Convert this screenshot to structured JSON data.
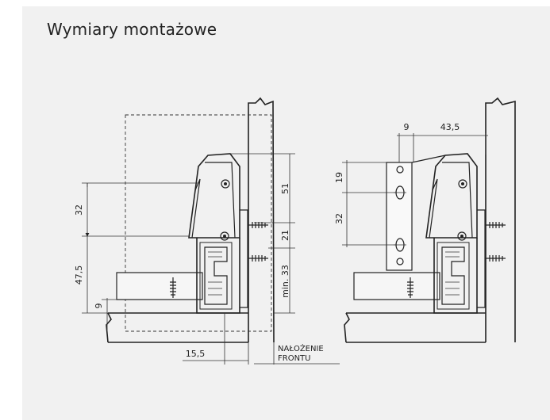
{
  "title": "Wymiary montażowe",
  "left_view": {
    "dim_32": "32",
    "dim_47_5": "47,5",
    "dim_9": "9",
    "dim_51": "51",
    "dim_21": "21",
    "dim_min33": "min. 33",
    "dim_15_5": "15,5",
    "label_overlay_line1": "NAŁOŻENIE",
    "label_overlay_line2": "FRONTU"
  },
  "right_view": {
    "dim_9": "9",
    "dim_43_5": "43,5",
    "dim_19": "19",
    "dim_32": "32"
  }
}
